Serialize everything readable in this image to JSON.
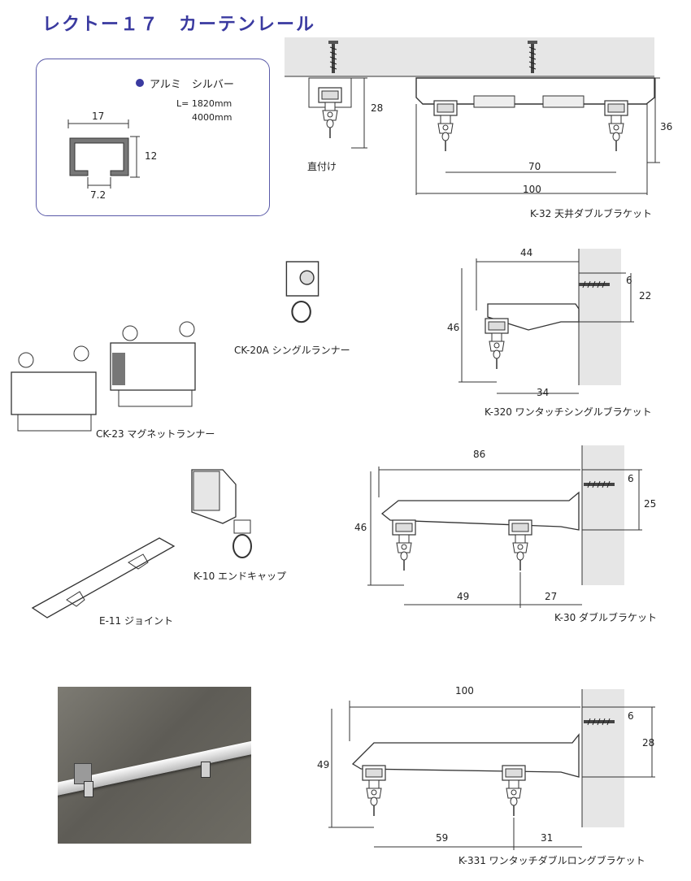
{
  "title": "レクトー１７　カーテンレール",
  "spec": {
    "color_label": "アルミ　シルバー",
    "bullet_color": "#3a3aa0",
    "length_label": "L= 1820mm",
    "length_label2": "4000mm",
    "dim_width": "17",
    "dim_height": "12",
    "dim_opening": "7.2"
  },
  "direct_mount": {
    "label": "直付け",
    "dim": "28"
  },
  "k32": {
    "label": "K-32 天井ダブルブラケット",
    "dim_spacing": "70",
    "dim_width": "100",
    "dim_height": "36"
  },
  "k320": {
    "label": "K-320 ワンタッチシングルブラケット",
    "dim_top": "44",
    "dim_screw": "6",
    "dim_right": "22",
    "dim_left": "46",
    "dim_bottom": "34"
  },
  "ck20a": {
    "label": "CK-20A シングルランナー"
  },
  "ck23": {
    "label": "CK-23 マグネットランナー"
  },
  "k30": {
    "label": "K-30 ダブルブラケット",
    "dim_top": "86",
    "dim_screw": "6",
    "dim_right": "25",
    "dim_left": "46",
    "dim_spacing": "49",
    "dim_offset": "27"
  },
  "k10": {
    "label": "K-10 エンドキャップ"
  },
  "e11": {
    "label": "E-11 ジョイント"
  },
  "k331": {
    "label": "K-331 ワンタッチダブルロングブラケット",
    "dim_top": "100",
    "dim_screw": "6",
    "dim_right": "28",
    "dim_left": "49",
    "dim_spacing": "59",
    "dim_offset": "31"
  }
}
